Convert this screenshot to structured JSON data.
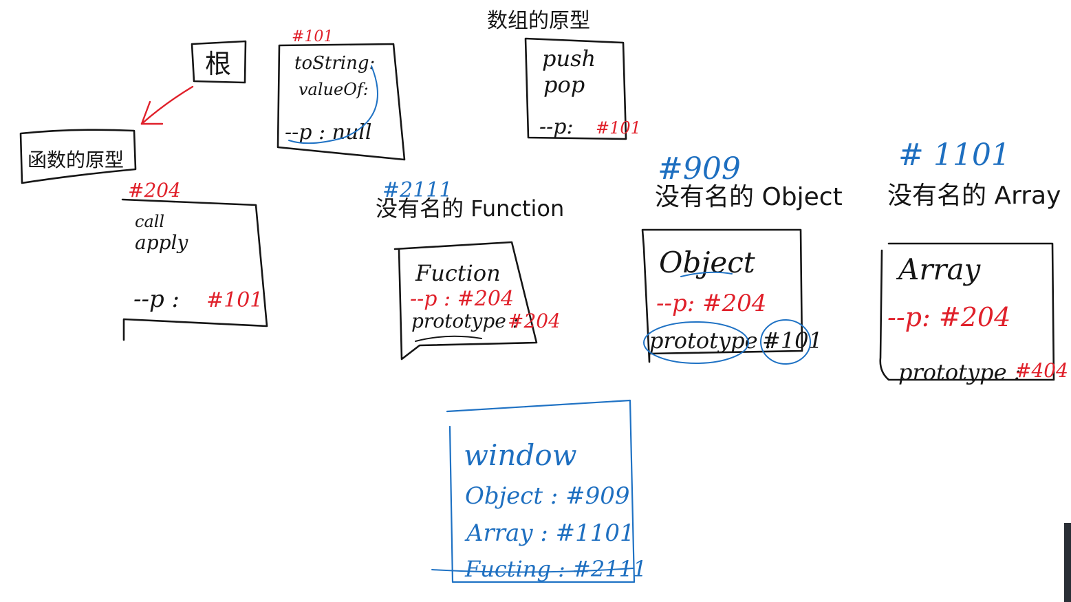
{
  "labels": {
    "root": "根",
    "function_prototype_caption": "函数的原型",
    "array_prototype_caption": "数组的原型",
    "function_constructor_caption": "没有名的 Function",
    "object_constructor_caption": "没有名的 Object",
    "array_constructor_caption": "没有名的 Array"
  },
  "object_prototype": {
    "address": "#101",
    "line1": "toString:",
    "line2": "valueOf:",
    "proto_line": "--p : null"
  },
  "array_prototype": {
    "line1": "push",
    "line2": "pop",
    "proto_key": "--p:",
    "proto_val": "#101"
  },
  "function_prototype": {
    "address": "#204",
    "line1": "call",
    "line2": "apply",
    "proto_key": "--p :",
    "proto_val": "#101"
  },
  "function_ctor": {
    "address": "#2111",
    "name": "Fuction",
    "proto_line": "--p : #204",
    "prototype_key": "prototype :",
    "prototype_val": "#204"
  },
  "object_ctor": {
    "address": "#909",
    "name": "Object",
    "proto_line": "--p: #204",
    "prototype_key": "prototype :",
    "prototype_val": "#101"
  },
  "array_ctor": {
    "address": "# 1101",
    "name": "Array",
    "proto_line": "--p: #204",
    "prototype_key": "prototype :",
    "prototype_val": "#404"
  },
  "window": {
    "title": "window",
    "row1": "Object : #909",
    "row2": "Array : #1101",
    "row3": "Fucting : #2111"
  },
  "colors": {
    "ink": "#151515",
    "red": "#e0202a",
    "blue": "#1e6fc0",
    "background": "#ffffff"
  }
}
